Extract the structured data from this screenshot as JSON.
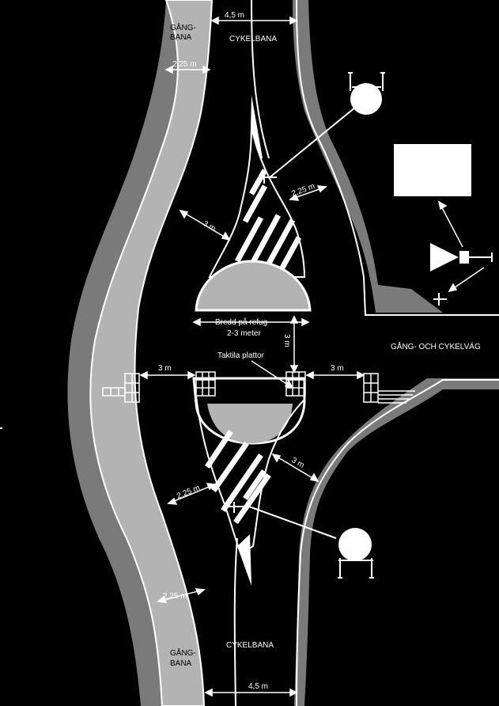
{
  "labels": {
    "ganbana_top": [
      "GÅNG-",
      "BANA"
    ],
    "ganbana_bottom": [
      "GÅNG-",
      "BANA"
    ],
    "cykelbana_top": "CYKELBANA",
    "cykelbana_bottom": "CYKELBANA",
    "gang_och_cykelvag": "GÅNG- OCH CYKELVÄG",
    "bredd_pa_refug": "Bredd på refug",
    "bredd_value": "2-3 meter",
    "taktila_plattor": "Taktila plattor"
  },
  "dimensions": {
    "cykelbana_width_top": "4,5 m",
    "cykelbana_width_bottom": "4,5 m",
    "gangbana_width_top": "2,25 m",
    "gangbana_width_bottom": "2,25 m",
    "gangbana_to_refuge_upper": "3 m",
    "refuge_to_edge_upper": "2,25 m",
    "refuge_gap": "3 m",
    "crossing_left": "3 m",
    "crossing_right": "3 m",
    "refuge_to_edge_lower": "3 m",
    "gangbana_to_refuge_lower": "2,25 m"
  },
  "colors": {
    "background": "#000000",
    "gangbana_fill": "#b3b3b3",
    "verge_fill": "#7a7a7a",
    "refuge_fill": "#b3b3b3",
    "line": "#ffffff"
  }
}
